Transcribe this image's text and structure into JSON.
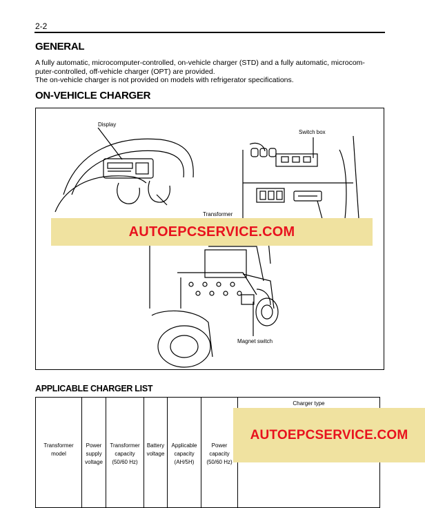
{
  "page_number": "2-2",
  "sections": {
    "general": {
      "title": "GENERAL",
      "lines": [
        "A fully automatic, microcomputer-controlled, on-vehicle charger (STD) and a fully automatic, microcom-",
        "puter-controlled, off-vehicle charger (OPT) are provided.",
        "The on-vehicle charger is not provided on models with refrigerator specifications."
      ]
    },
    "on_vehicle_charger": {
      "title": "ON-VEHICLE CHARGER",
      "figure_labels": {
        "display": "Display",
        "switch_box": "Switch box",
        "transformer": "Transformer",
        "magnet_switch": "Magnet switch"
      }
    },
    "applicable_charger_list": {
      "title": "APPLICABLE CHARGER LIST",
      "group_header": "Charger type",
      "columns": [
        "Transformer model",
        "Power supply voltage",
        "Transformer capacity (50/60 Hz)",
        "Battery voltage",
        "Applicable capacity (AH/5H)",
        "Power capacity (50/60 Hz)"
      ]
    }
  },
  "watermark": {
    "text": "AUTOEPCSERVICE.COM",
    "color": "#e8121e",
    "band_color": "#f0e2a0"
  }
}
